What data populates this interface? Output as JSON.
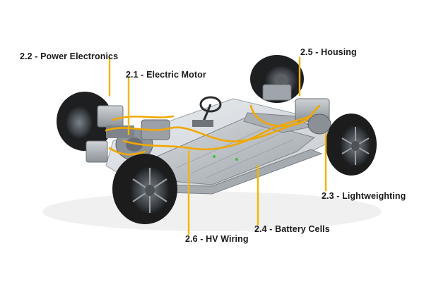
{
  "diagram": {
    "callouts": [
      {
        "id": "power-electronics",
        "text": "2.2 - Power Electronics"
      },
      {
        "id": "electric-motor",
        "text": "2.1 - Electric Motor"
      },
      {
        "id": "housing",
        "text": "2.5 - Housing"
      },
      {
        "id": "lightweighting",
        "text": "2.3 - Lightweighting"
      },
      {
        "id": "battery-cells",
        "text": "2.4 - Battery Cells"
      },
      {
        "id": "hv-wiring",
        "text": "2.6 - HV Wiring"
      }
    ],
    "colors": {
      "leader_line": "#f2b600",
      "hv_cable": "#f0a800",
      "label_text": "#1a1a1a",
      "tire": "#1c1c1c",
      "frame": "#b9bec4"
    }
  }
}
